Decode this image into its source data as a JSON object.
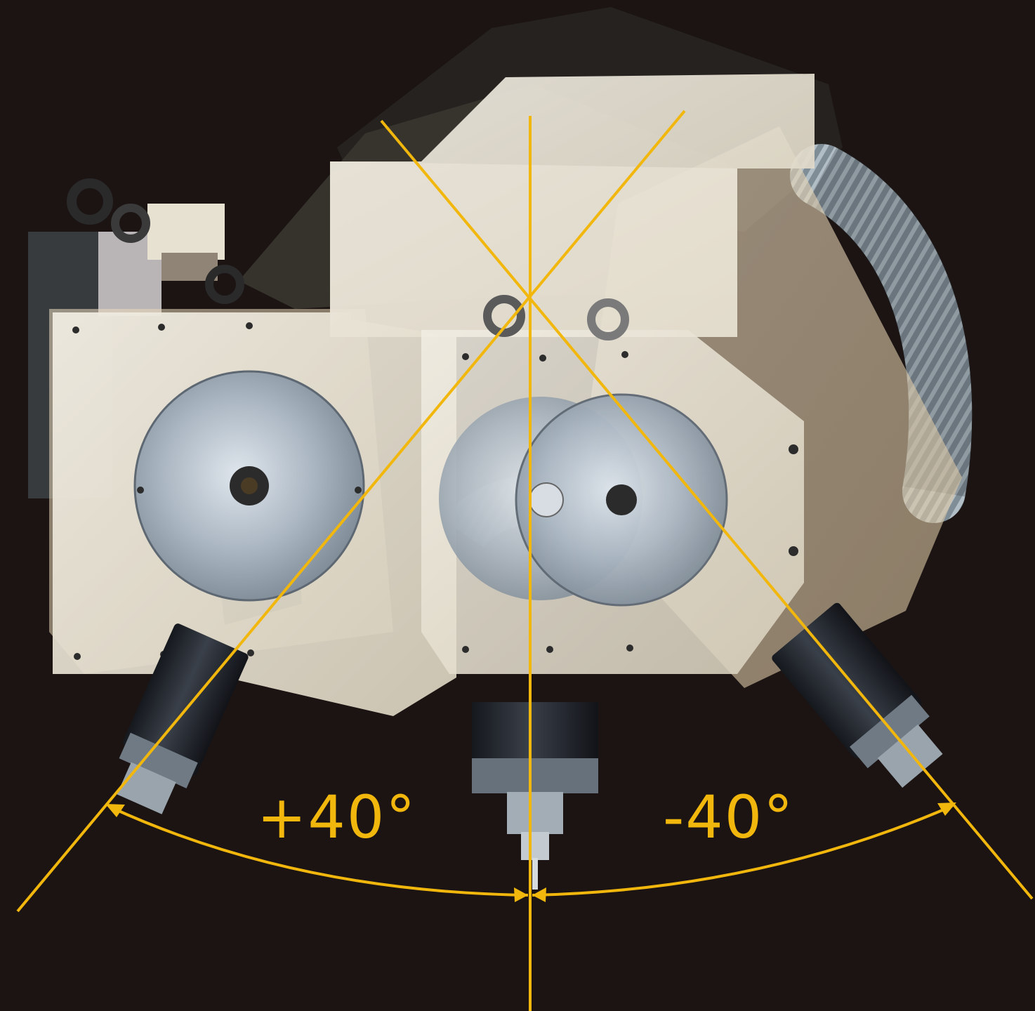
{
  "annotations": {
    "plus_angle": "+40°",
    "minus_angle": "-40°"
  },
  "tilt_range": {
    "min_deg": -40,
    "max_deg": 40
  },
  "colors": {
    "background": "#1b1413",
    "accent": "#f2b70d",
    "housing": "#e7e1d2",
    "spindle": "#22252b",
    "hose": "#7d8c96"
  }
}
